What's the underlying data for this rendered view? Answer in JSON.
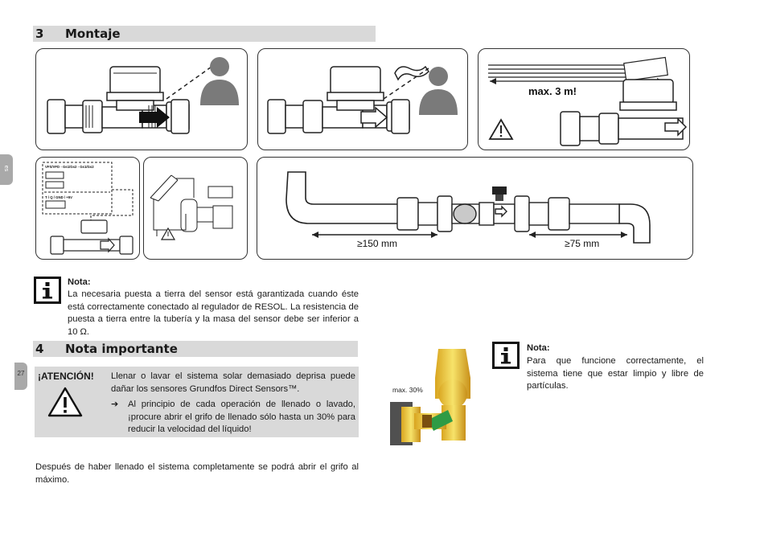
{
  "side_tabs": {
    "language": "es",
    "page_number": "27"
  },
  "section3": {
    "number": "3",
    "title": "Montaje"
  },
  "figures": {
    "max_length_label": "max. 3 m!",
    "dist_left": "≥150 mm",
    "dist_right": "≥75 mm",
    "terminal_label_1": "VFS/VFD - Gs1/Gs2 - Gs1/Gs2",
    "terminal_label_2": "T / Q / GND / +5V",
    "valve_label": "max. 30%"
  },
  "note1": {
    "title": "Nota:",
    "text": "La necesaria puesta a tierra del sensor está garantizada cuando éste está correctamente conectado al regulador de RESOL. La resistencia de puesta a tierra entre la tubería y la masa del sensor debe ser inferior a 10 Ω."
  },
  "section4": {
    "number": "4",
    "title": "Nota importante"
  },
  "warning": {
    "heading": "¡ATENCIÓN!",
    "text": "Llenar o lavar el sistema solar demasiado deprisa puede dañar los sensores Grundfos Direct Sensors™.",
    "bullet_arrow": "➔",
    "bullet": "Al principio de cada operación de llenado o lavado, ¡procure abrir el grifo de llenado sólo hasta un 30% para reducir la velocidad del líquido!"
  },
  "closing_text": "Después de haber llenado el sistema completamente se podrá abrir el grifo al máximo.",
  "note2": {
    "title": "Nota:",
    "text": "Para que funcione correctamente, el sistema tiene que estar limpio y libre de partículas."
  }
}
